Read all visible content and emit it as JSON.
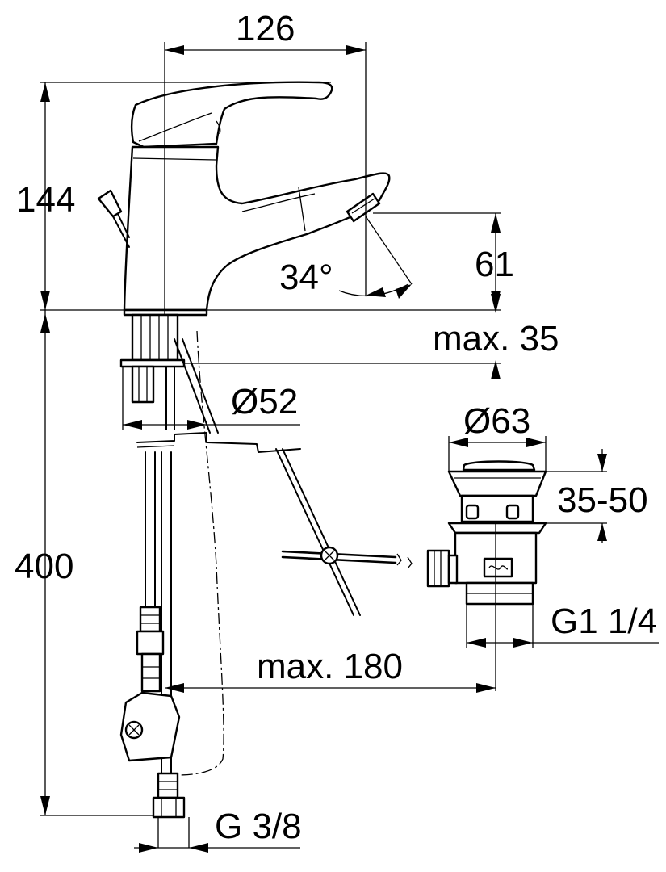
{
  "dimensions": {
    "width_top": "126",
    "height_spout": "144",
    "spout_clearance": "61",
    "spout_angle": "34°",
    "deck_thickness": "max. 35",
    "base_diameter": "Ø52",
    "waste_diameter": "Ø63",
    "waste_range": "35-50",
    "waste_thread": "G1 1/4",
    "pop_up_reach": "max. 180",
    "hose_length": "400",
    "hose_thread": "G 3/8"
  }
}
